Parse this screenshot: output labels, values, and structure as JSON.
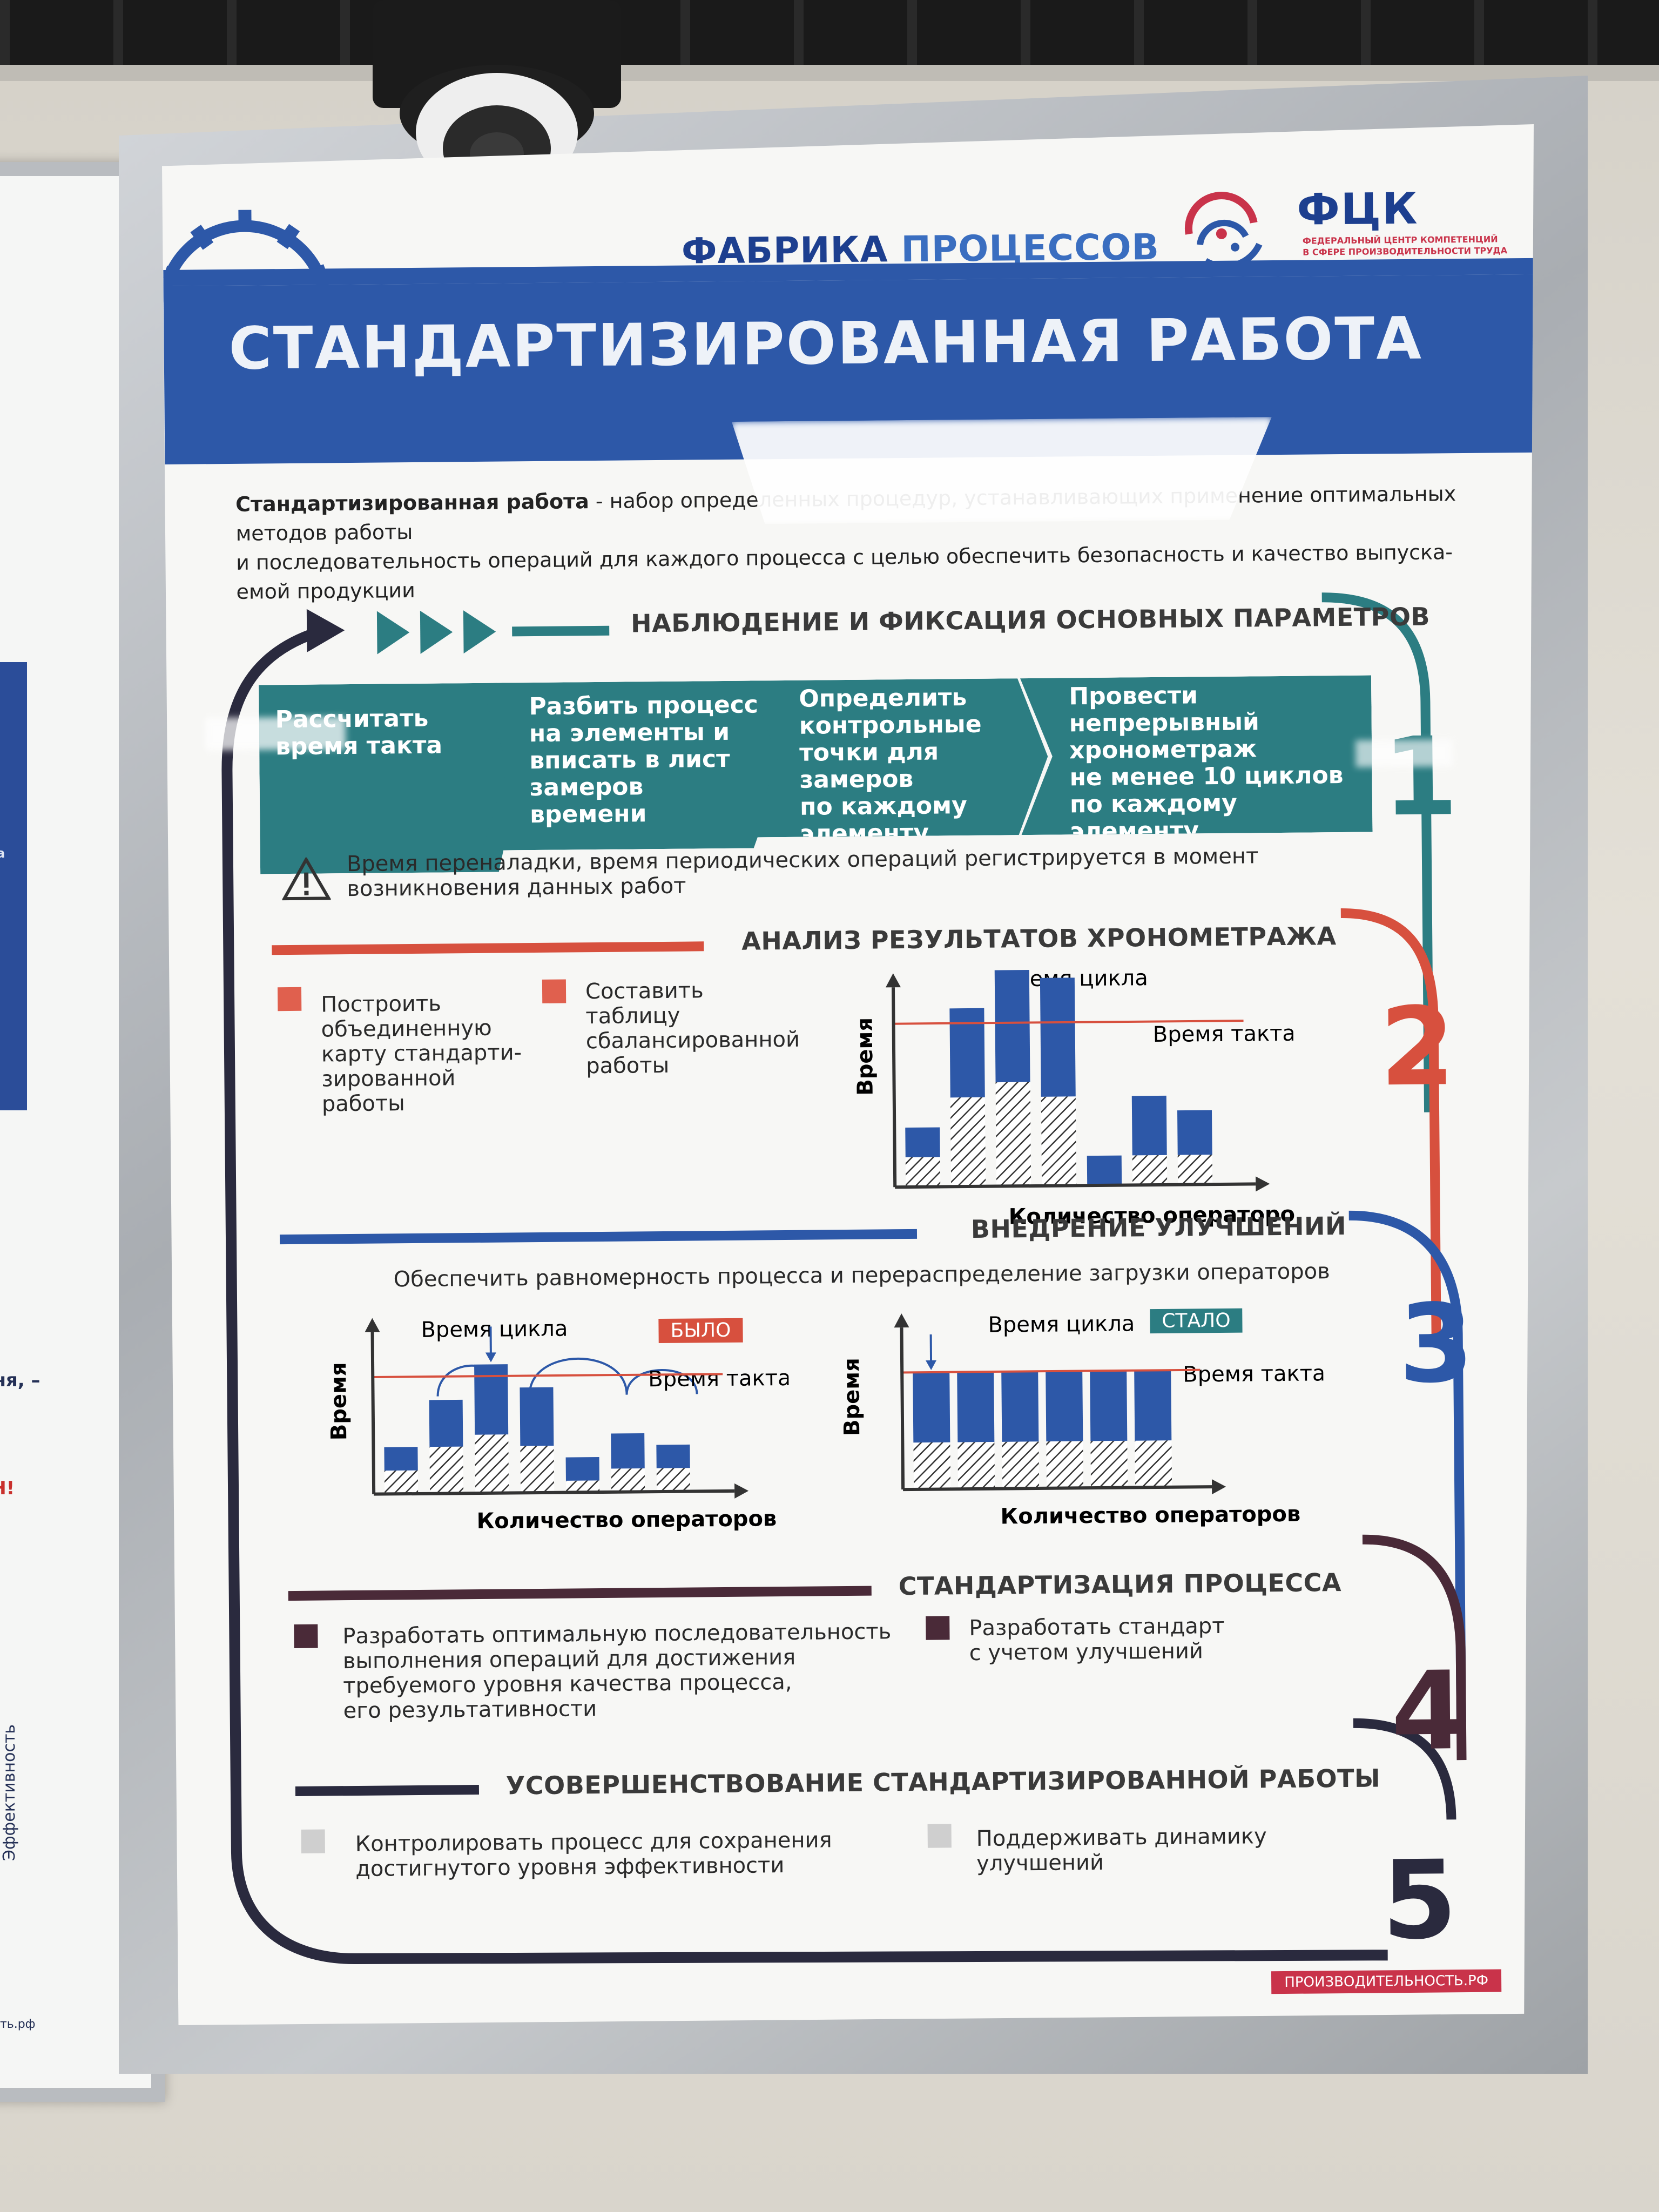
{
  "poster": {
    "brand_part1": "ФАБРИКА",
    "brand_part2": "ПРОЦЕССОВ",
    "org_logo": "ФЦК",
    "org_line1": "ФЕДЕРАЛЬНЫЙ ЦЕНТР КОМПЕТЕНЦИЙ",
    "org_line2": "В СФЕРЕ ПРОИЗВОДИТЕЛЬНОСТИ ТРУДА",
    "title": "СТАНДАРТИЗИРОВАННАЯ РАБОТА",
    "intro_bold": "Стандартизированная работа",
    "intro_line1": " - набор определенных процедур, устанавливающих применение оптимальных методов работы",
    "intro_line2": "и последовательность операций для каждого процесса с целью обеспечить безопасность и качество выпуска-",
    "intro_line3": "емой продукции",
    "footer": "ПРОИЗВОДИТЕЛЬНОСТЬ.РФ"
  },
  "sections": {
    "s1": {
      "number": "1",
      "title": "НАБЛЮДЕНИЕ И ФИКСАЦИЯ ОСНОВНЫХ ПАРАМЕТРОВ",
      "steps": [
        {
          "l1": "Рассчитать",
          "l2": "время такта"
        },
        {
          "l1": "Разбить процесс",
          "l2": "на элементы и",
          "l3": "вписать в лист",
          "l4": "замеров времени"
        },
        {
          "l1": "Определить",
          "l2": "контрольные",
          "l3": "точки для замеров",
          "l4": "по каждому",
          "l5": "элементу"
        },
        {
          "l1": "Провести",
          "l2": "непрерывный",
          "l3": "хронометраж",
          "l4": "не менее 10 циклов",
          "l5": "по каждому элементу"
        }
      ],
      "warning_l1": "Время переналадки, время периодических операций регистрируется в момент",
      "warning_l2": "возникновения данных работ"
    },
    "s2": {
      "number": "2",
      "title": "АНАЛИЗ РЕЗУЛЬТАТОВ ХРОНОМЕТРАЖА",
      "item1": [
        "Построить",
        "объединенную",
        "карту стандарти-",
        "зированной",
        "работы"
      ],
      "item2": [
        "Составить",
        "таблицу",
        "сбалансированной",
        "работы"
      ]
    },
    "s3": {
      "number": "3",
      "title": "ВНЕДРЕНИЕ УЛУЧШЕНИЙ",
      "subtitle": "Обеспечить равномерность процесса и перераспределение загрузки операторов",
      "tag_before": "БЫЛО",
      "tag_after": "СТАЛО"
    },
    "s4": {
      "number": "4",
      "title": "СТАНДАРТИЗАЦИЯ ПРОЦЕССА",
      "item1": [
        "Разработать оптимальную последовательность",
        "выполнения операций для достижения",
        "требуемого уровня качества процесса,",
        "его результативности"
      ],
      "item2": [
        "Разработать стандарт",
        "с учетом улучшений"
      ]
    },
    "s5": {
      "number": "5",
      "title": "УСОВЕРШЕНСТВОВАНИЕ СТАНДАРТИЗИРОВАННОЙ РАБОТЫ",
      "item1": [
        "Контролировать процесс для сохранения",
        "достигнутого уровня эффективности"
      ],
      "item2": [
        "Поддерживать динамику",
        "улучшений"
      ]
    }
  },
  "chart_data": [
    {
      "type": "bar",
      "ylabel": "Время",
      "xlabel": "Количество операторов",
      "annotation_cycle": "Время цикла",
      "annotation_takt": "Время такта",
      "takt": 5.5,
      "series": [
        {
          "values": [
            1,
            3,
            4.5,
            4,
            1,
            2,
            1.5
          ]
        },
        {
          "values": [
            1,
            3,
            3.5,
            3,
            0,
            1,
            1
          ]
        }
      ]
    },
    {
      "type": "bar",
      "ylabel": "Время",
      "xlabel": "Количество операторов",
      "annotation_cycle": "Время цикла",
      "annotation_takt": "Время такта",
      "takt": 5,
      "series": [
        {
          "values": [
            1,
            2,
            3,
            2.5,
            1,
            1.5,
            1
          ]
        },
        {
          "values": [
            1,
            2,
            2.5,
            2,
            0.5,
            1,
            1
          ]
        }
      ]
    },
    {
      "type": "bar",
      "ylabel": "Время",
      "xlabel": "Количество операторов",
      "annotation_cycle": "Время цикла",
      "annotation_takt": "Время такта",
      "takt": 5,
      "series": [
        {
          "values": [
            3,
            3,
            3,
            3,
            3,
            3
          ]
        },
        {
          "values": [
            2,
            2,
            2,
            2,
            2,
            2
          ]
        }
      ]
    }
  ],
  "left_poster": {
    "text1": "нна",
    "text2": "дня, –",
    "text3": "ЕН!",
    "text4": "Эффективность",
    "text5": "ность.рф"
  }
}
